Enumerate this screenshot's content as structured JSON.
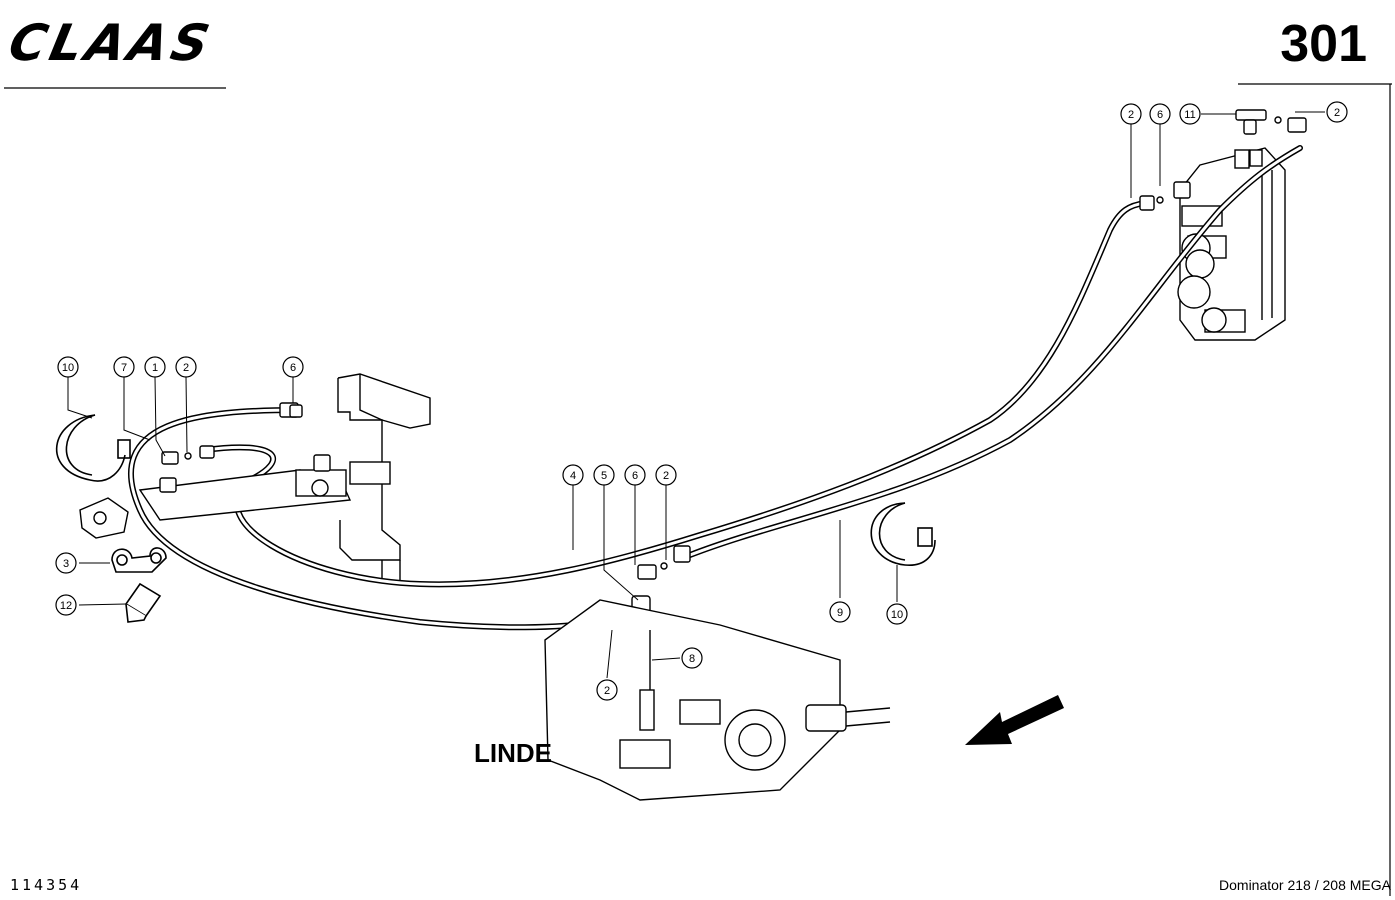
{
  "header": {
    "brand": "CLAAS",
    "page_number": "301"
  },
  "footer": {
    "drawing_number": "114354",
    "model": "Dominator 218 / 208 MEGA"
  },
  "labels": {
    "manufacturer": "LINDE"
  },
  "callouts": {
    "c1": "10",
    "c2": "7",
    "c3": "1",
    "c4": "2",
    "c5": "6",
    "c6": "3",
    "c7": "12",
    "c8": "4",
    "c9": "5",
    "c10": "6",
    "c11": "2",
    "c12": "8",
    "c13": "2",
    "c14": "9",
    "c15": "10",
    "c16": "2",
    "c17": "6",
    "c18": "11",
    "c19": "2"
  }
}
